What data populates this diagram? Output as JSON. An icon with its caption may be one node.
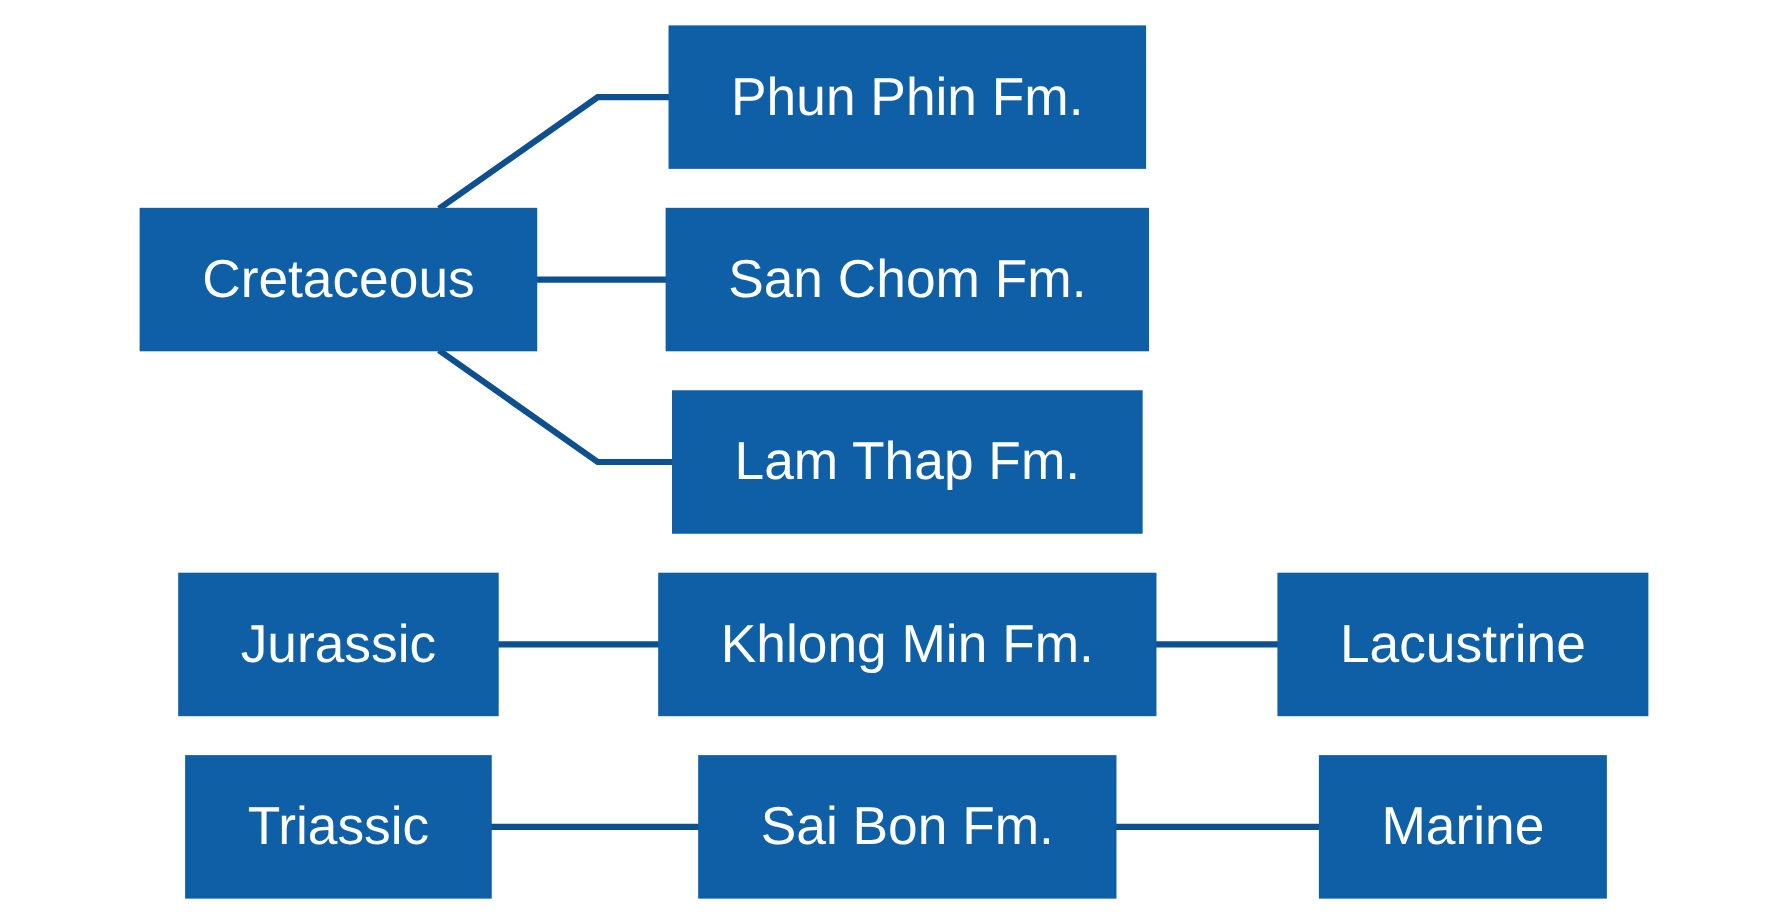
{
  "diagram": {
    "nodes": [
      {
        "text": [
          "Cretaceous"
        ]
      },
      {
        "text": [
          "Phun Phin Fm."
        ]
      },
      {
        "text": [
          "San Chom Fm."
        ]
      },
      {
        "text": [
          "Lam Thap Fm."
        ]
      },
      {
        "text": [
          "Jurassic"
        ]
      },
      {
        "text": [
          "Khlong Min Fm."
        ]
      },
      {
        "text": [
          "Lacustrine"
        ]
      },
      {
        "text": [
          "Triassic"
        ]
      },
      {
        "text": [
          "Sai Bon Fm."
        ]
      },
      {
        "text": [
          "Marine"
        ]
      }
    ],
    "edges": [
      {
        "from": 0,
        "to": 1,
        "arrow": "none"
      },
      {
        "from": 0,
        "to": 2,
        "arrow": "none"
      },
      {
        "from": 0,
        "to": 3,
        "arrow": "none"
      },
      {
        "from": 4,
        "to": 5,
        "arrow": "none"
      },
      {
        "from": 5,
        "to": 6,
        "arrow": "none"
      },
      {
        "from": 7,
        "to": 8,
        "arrow": "none"
      },
      {
        "from": 8,
        "to": 9,
        "arrow": "none"
      }
    ]
  }
}
